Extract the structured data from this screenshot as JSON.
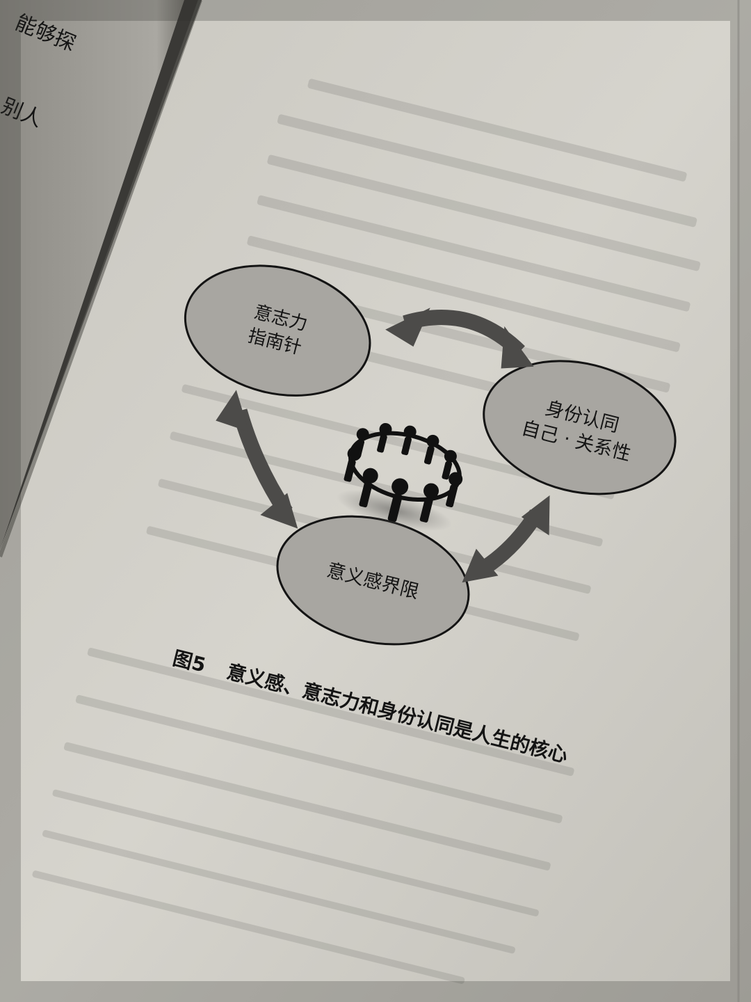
{
  "left_page": {
    "fragments": [
      "能够探",
      "别人"
    ]
  },
  "figure": {
    "nodes": [
      {
        "id": "willpower",
        "lines": [
          "意志力",
          "指南针"
        ]
      },
      {
        "id": "identity",
        "lines": [
          "身份认同",
          "自己 · 关系性"
        ]
      },
      {
        "id": "meaning",
        "lines": [
          "意义感界限"
        ]
      }
    ],
    "caption_label": "图5",
    "caption_text": "意义感、意志力和身份认同是人生的核心"
  },
  "colors": {
    "page": "#cfcdc6",
    "ellipse_fill": "#a8a6a1",
    "arrow": "#4c4b49",
    "ink": "#141414"
  }
}
